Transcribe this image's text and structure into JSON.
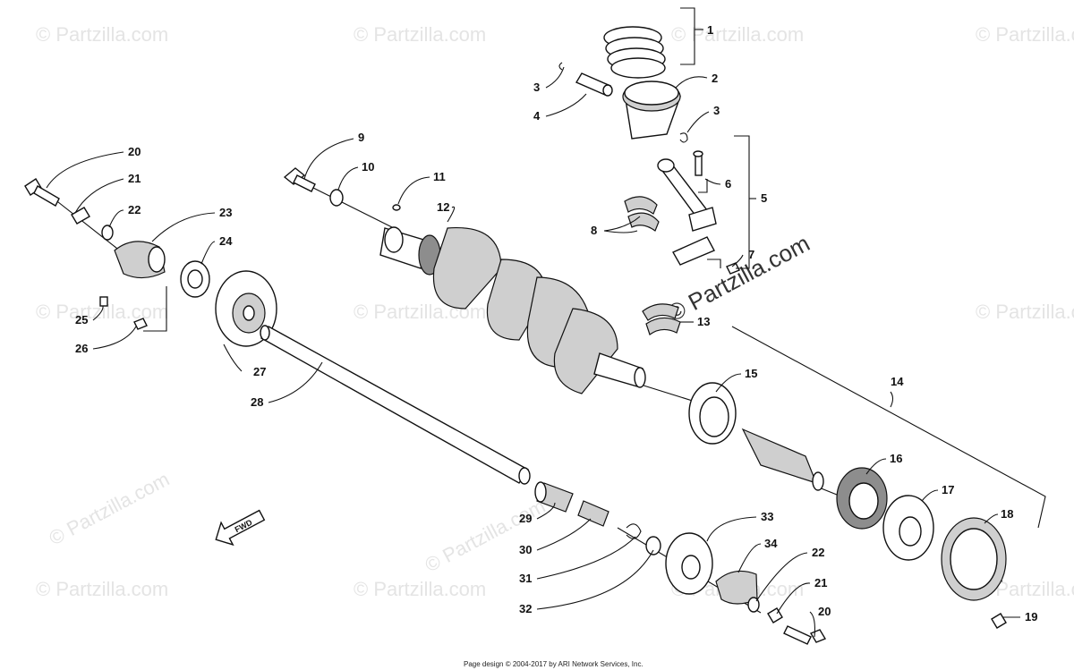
{
  "diagram": {
    "footer": "Page design © 2004-2017 by ARI Network Services, Inc.",
    "fwd_label": "FWD",
    "watermark": "© Partzilla.com",
    "watermark_center": "© Partzilla.com",
    "callouts": [
      "1",
      "2",
      "3",
      "3",
      "4",
      "5",
      "6",
      "7",
      "8",
      "9",
      "10",
      "11",
      "12",
      "13",
      "14",
      "15",
      "16",
      "17",
      "18",
      "19",
      "20",
      "21",
      "22",
      "23",
      "24",
      "25",
      "26",
      "27",
      "28",
      "29",
      "30",
      "31",
      "32",
      "33",
      "34",
      "22",
      "21",
      "20"
    ]
  }
}
